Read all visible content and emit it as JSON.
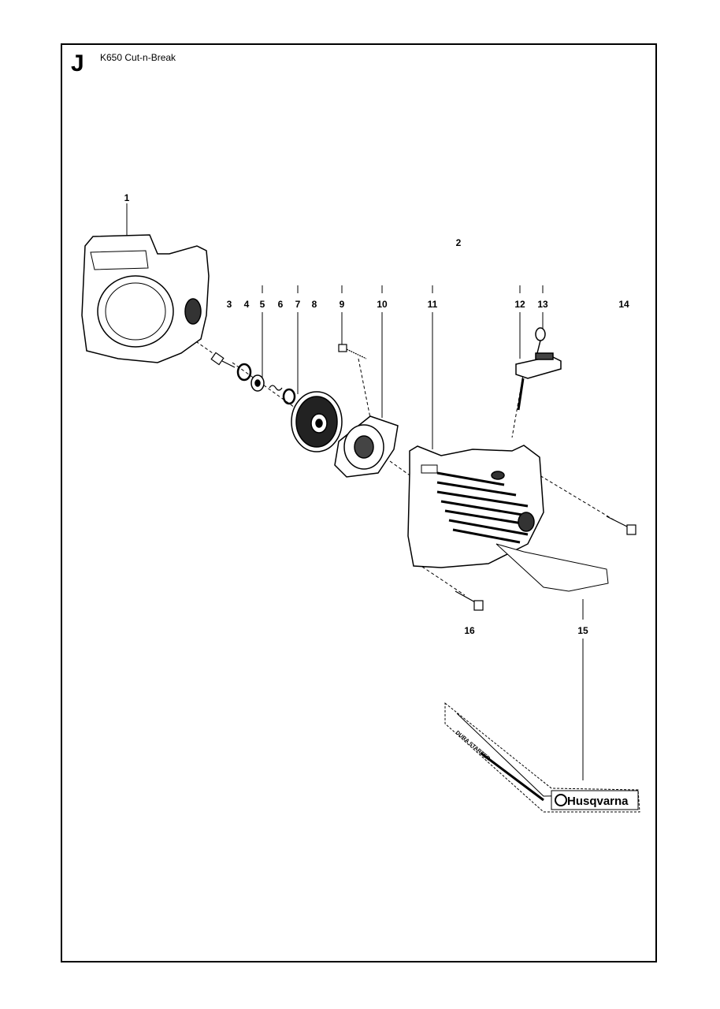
{
  "header": {
    "section_letter": "J",
    "model_title": "K650 Cut-n-Break"
  },
  "callouts": [
    {
      "id": "1",
      "label": "1"
    },
    {
      "id": "2",
      "label": "2"
    },
    {
      "id": "3",
      "label": "3"
    },
    {
      "id": "4",
      "label": "4"
    },
    {
      "id": "5",
      "label": "5"
    },
    {
      "id": "6",
      "label": "6"
    },
    {
      "id": "7",
      "label": "7"
    },
    {
      "id": "8",
      "label": "8"
    },
    {
      "id": "9",
      "label": "9"
    },
    {
      "id": "10",
      "label": "10"
    },
    {
      "id": "11",
      "label": "11"
    },
    {
      "id": "12",
      "label": "12"
    },
    {
      "id": "13",
      "label": "13"
    },
    {
      "id": "14",
      "label": "14"
    },
    {
      "id": "15",
      "label": "15"
    },
    {
      "id": "16",
      "label": "16"
    }
  ],
  "decal": {
    "brand_text": "Husqvarna",
    "side_text": "DURA STARTER"
  },
  "colors": {
    "ink": "#000000",
    "paper": "#ffffff",
    "shade": "#555555"
  }
}
